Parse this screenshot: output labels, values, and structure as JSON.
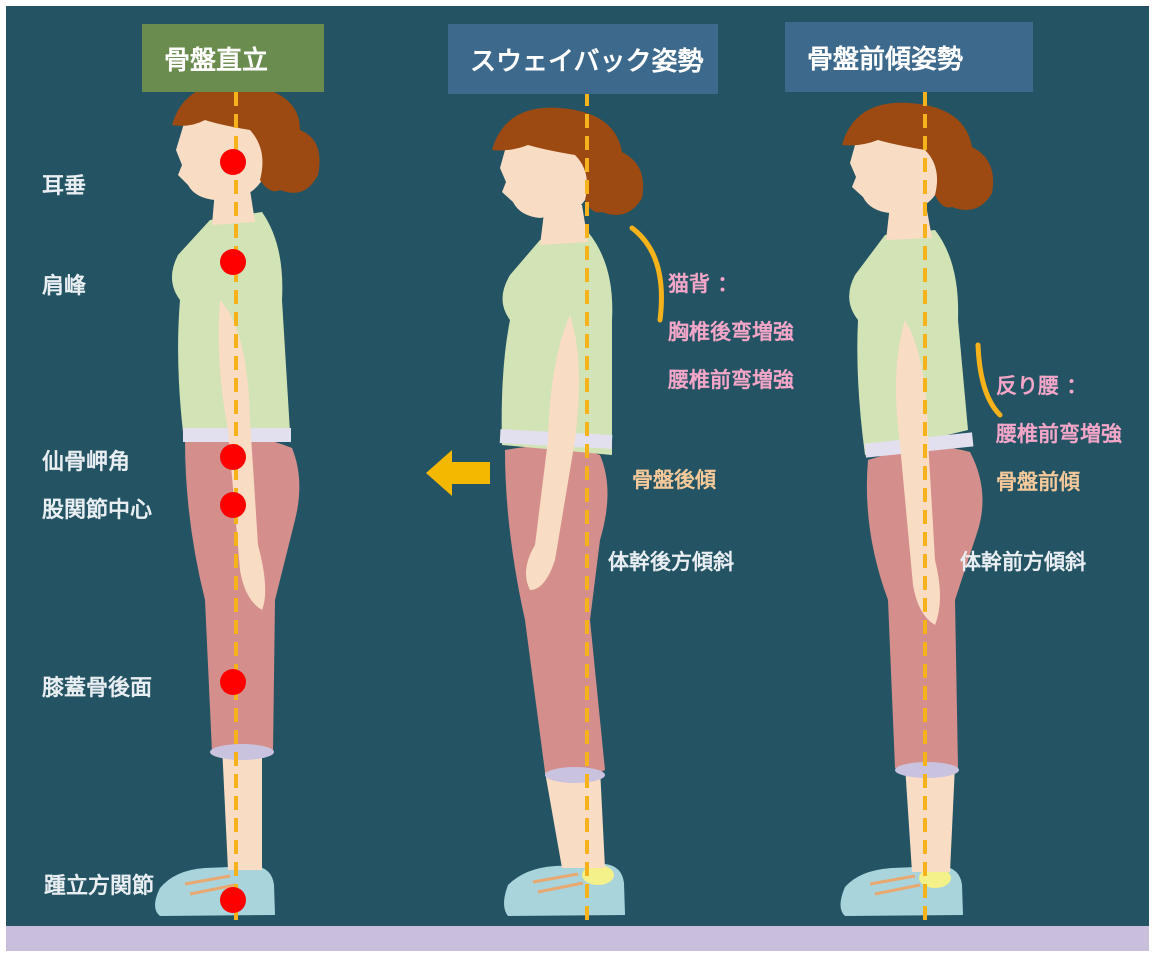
{
  "titles": {
    "upright": "骨盤直立",
    "swayback": "スウェイバック姿勢",
    "anterior": "骨盤前傾姿勢"
  },
  "landmarks": {
    "earlobe": "耳垂",
    "acromion": "肩峰",
    "promontory": "仙骨岬角",
    "hip_center": "股関節中心",
    "patella_back": "膝蓋骨後面",
    "cuboid_joint": "踵立方関節"
  },
  "swayback": {
    "kyphosis_label": "猫背 ：",
    "thoracic_text": "胸椎後弯増強",
    "lumbar_text": "腰椎前弯増強",
    "pelvis_text": "骨盤後傾",
    "trunk_text": "体幹後方傾斜"
  },
  "anterior": {
    "lordosis_label": "反り腰 ：",
    "lumbar_text": "腰椎前弯増強",
    "pelvis_text": "骨盤前傾",
    "trunk_text": "体幹前方傾斜"
  },
  "colors": {
    "background": "#245463",
    "title_green": "#6a8c4e",
    "title_blue": "#3d6a8c",
    "plumb_line": "#f5b21a",
    "landmark_dot": "#ff0000",
    "accent_pink": "#f4a6c9",
    "accent_peach": "#f5c99a",
    "floor": "#c9bfdc"
  }
}
